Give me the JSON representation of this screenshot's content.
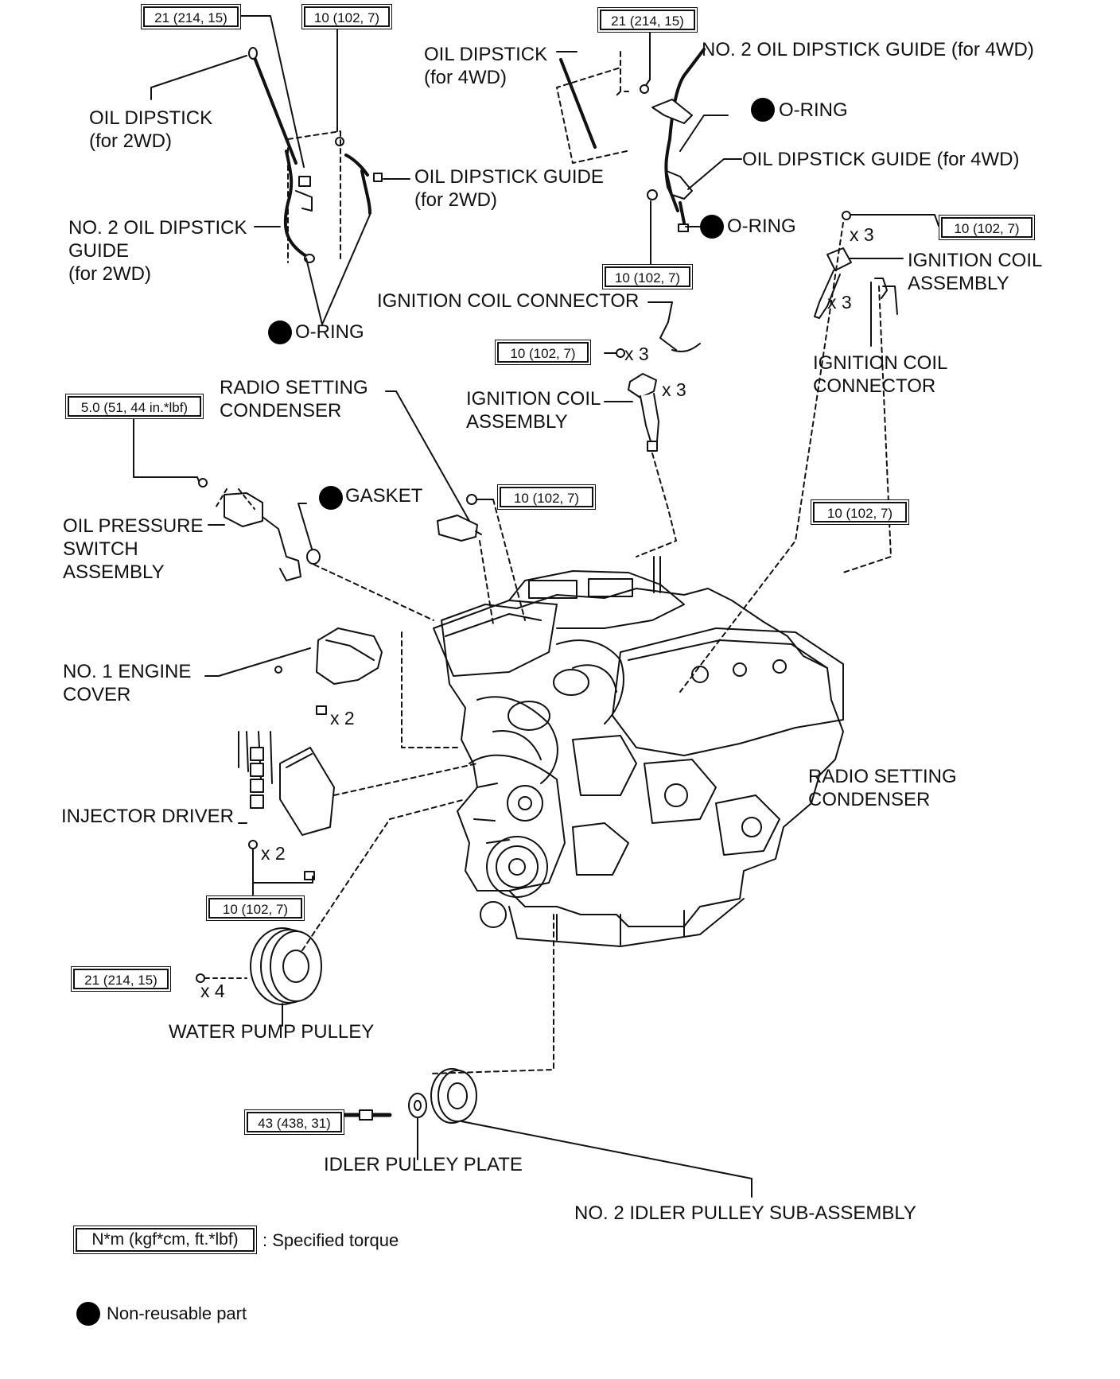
{
  "torque_values": {
    "t21": "21 (214, 15)",
    "t10": "10 (102, 7)",
    "t5": "5.0 (51, 44 in.*lbf)",
    "t43": "43 (438, 31)"
  },
  "multipliers": {
    "x2": "x 2",
    "x3": "x 3",
    "x4": "x 4"
  },
  "labels": {
    "oil_dipstick_2wd": "OIL DIPSTICK\n(for 2WD)",
    "no2_oil_dipstick_guide_2wd": "NO. 2 OIL DIPSTICK\nGUIDE\n(for 2WD)",
    "oil_dipstick_guide_2wd": "OIL DIPSTICK GUIDE\n(for 2WD)",
    "o_ring": "O-RING",
    "oil_dipstick_4wd": "OIL DIPSTICK\n(for 4WD)",
    "no2_oil_dipstick_guide_4wd": "NO. 2 OIL DIPSTICK GUIDE (for 4WD)",
    "oil_dipstick_guide_4wd": "OIL DIPSTICK GUIDE (for 4WD)",
    "ignition_coil_assembly": "IGNITION COIL\nASSEMBLY",
    "ignition_coil_connector": "IGNITION COIL CONNECTOR",
    "ignition_coil_connector_2line": "IGNITION COIL\nCONNECTOR",
    "radio_setting_condenser": "RADIO SETTING\nCONDENSER",
    "gasket": "GASKET",
    "oil_pressure_switch": "OIL PRESSURE\nSWITCH\nASSEMBLY",
    "no1_engine_cover": "NO. 1 ENGINE\nCOVER",
    "injector_driver": "INJECTOR DRIVER",
    "water_pump_pulley": "WATER PUMP PULLEY",
    "idler_pulley_plate": "IDLER PULLEY PLATE",
    "no2_idler_pulley": "NO. 2 IDLER PULLEY SUB-ASSEMBLY"
  },
  "legend": {
    "torque_unit": "N*m (kgf*cm, ft.*lbf)",
    "torque_desc": ": Specified torque",
    "nonreusable": "Non-reusable part"
  }
}
